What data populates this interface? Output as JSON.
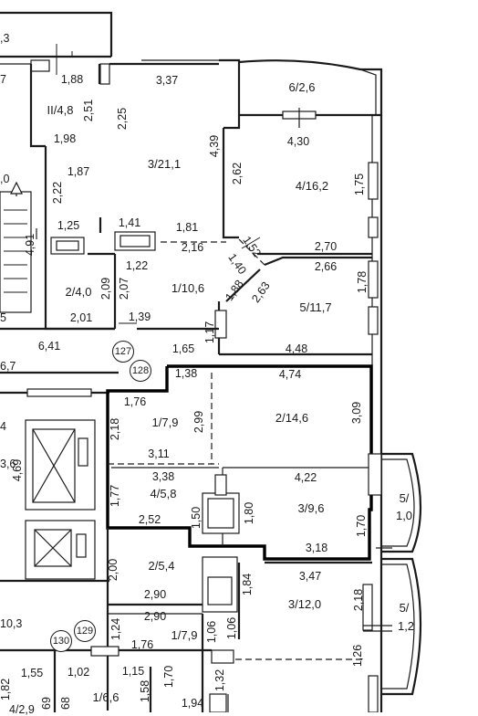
{
  "rooms": [
    {
      "id": "room-ii-4-8",
      "label": "II/4,8"
    },
    {
      "id": "room-3-21-1",
      "label": "3/21,1"
    },
    {
      "id": "room-6-2-6",
      "label": "6/2,6"
    },
    {
      "id": "room-4-16-2",
      "label": "4/16,2"
    },
    {
      "id": "room-2-4-0",
      "label": "2/4,0"
    },
    {
      "id": "room-1-10-6",
      "label": "1/10,6"
    },
    {
      "id": "room-5-11-7",
      "label": "5/11,7"
    },
    {
      "id": "room-2-14-6",
      "label": "2/14,6"
    },
    {
      "id": "room-1-7-9",
      "label": "1/7,9"
    },
    {
      "id": "room-4-5-8",
      "label": "4/5,8"
    },
    {
      "id": "room-3-9-6",
      "label": "3/9,6"
    },
    {
      "id": "room-5-1-0-top",
      "label": "5/"
    },
    {
      "id": "room-5-1-0-bottom",
      "label": "1,0"
    },
    {
      "id": "room-2-5-4",
      "label": "2/5,4"
    },
    {
      "id": "room-3-12-0",
      "label": "3/12,0"
    },
    {
      "id": "room-5-1-2-top",
      "label": "5/"
    },
    {
      "id": "room-5-1-2-bottom",
      "label": "1,2"
    },
    {
      "id": "room-1-7-9-b",
      "label": "1/7,9"
    },
    {
      "id": "room-1-6-6",
      "label": "1/6,6"
    }
  ],
  "dimensions": [
    "1,88",
    "3,37",
    "2,51",
    "1,98",
    "2,25",
    "4,39",
    "4,30",
    "2,62",
    "1,75",
    "1,87",
    "2,22",
    "1,25",
    "1,41",
    "1,81",
    "2,16",
    "1,52",
    "2,70",
    "1,22",
    "1,40",
    "2,66",
    "2,63",
    "1,78",
    "1,88",
    "2,09",
    "2,07",
    "2,01",
    "1,39",
    "1,17",
    "6,41",
    "1,65",
    "4,48",
    "1,38",
    "4,74",
    "1,76",
    "2,18",
    "2,99",
    "3,09",
    "3,11",
    "3,38",
    "4,22",
    "1,77",
    "4,69",
    "2,52",
    "1,50",
    "1,80",
    "1,70",
    "3,18",
    "2,00",
    "1,84",
    "3,47",
    "2,18",
    "2,90",
    "2,90",
    "1,24",
    "1,06",
    "1,06",
    "1,76",
    "1,26",
    "1,55",
    "1,02",
    "1,15",
    "1,70",
    "1,32",
    "1,94",
    "1,58",
    "1,82",
    "69",
    "68",
    "4,91"
  ],
  "edge_fragments": [
    ",3",
    "7",
    ",0",
    "5",
    "6,7",
    "4",
    "3,6",
    "10,3",
    "4/2,9"
  ],
  "markers": [
    "127",
    "128",
    "129",
    "130"
  ]
}
